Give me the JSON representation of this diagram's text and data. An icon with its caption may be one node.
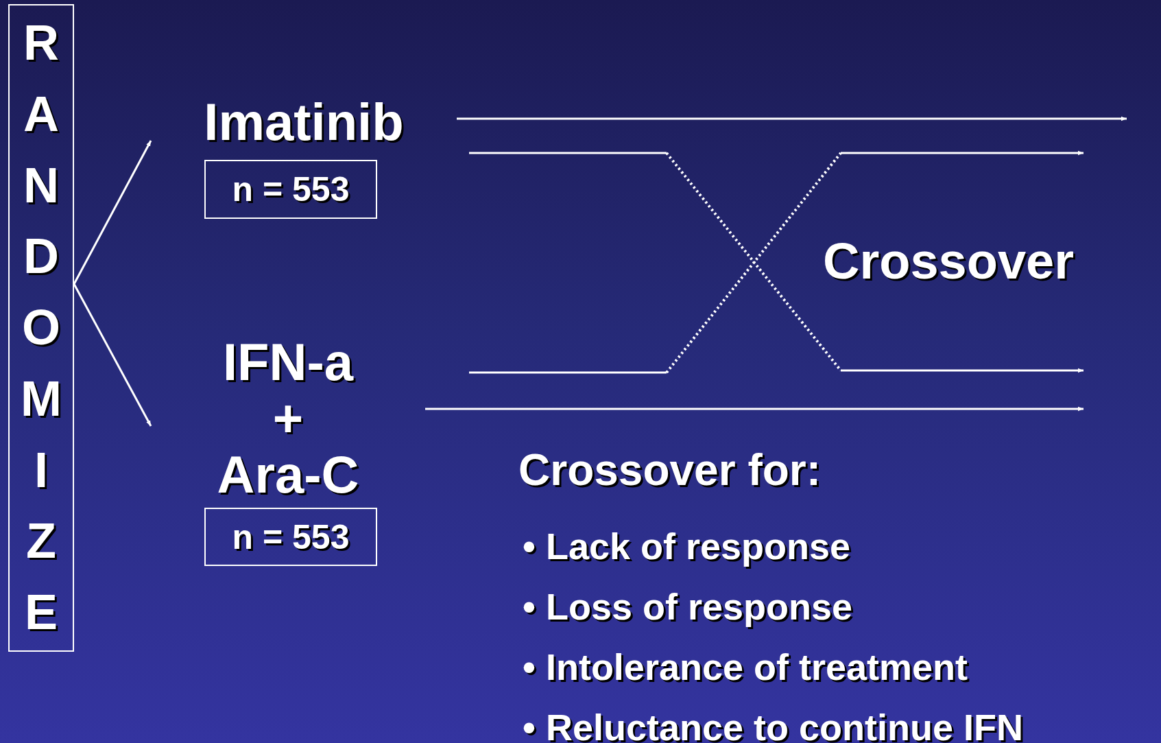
{
  "diagram": {
    "nodes": [
      {
        "text": [
          "RANDOMIZE"
        ]
      },
      {
        "text": [
          "Imatinib"
        ]
      },
      {
        "text": [
          "n = 553"
        ]
      },
      {
        "text": [
          "IFN-a + Ara-C"
        ]
      },
      {
        "text": [
          "n = 553"
        ]
      }
    ],
    "edges": [
      {
        "from": 0,
        "to": 1,
        "arrow": "to"
      },
      {
        "from": 0,
        "to": 3,
        "arrow": "to"
      },
      {
        "from": 1,
        "to": null,
        "arrow": "to"
      },
      {
        "from": 3,
        "to": null,
        "arrow": "to"
      }
    ],
    "labels": [
      "Crossover",
      "Crossover for:",
      "• Lack of response",
      "• Loss of response",
      "• Intolerance of treatment",
      "• Reluctance to continue IFN"
    ]
  }
}
